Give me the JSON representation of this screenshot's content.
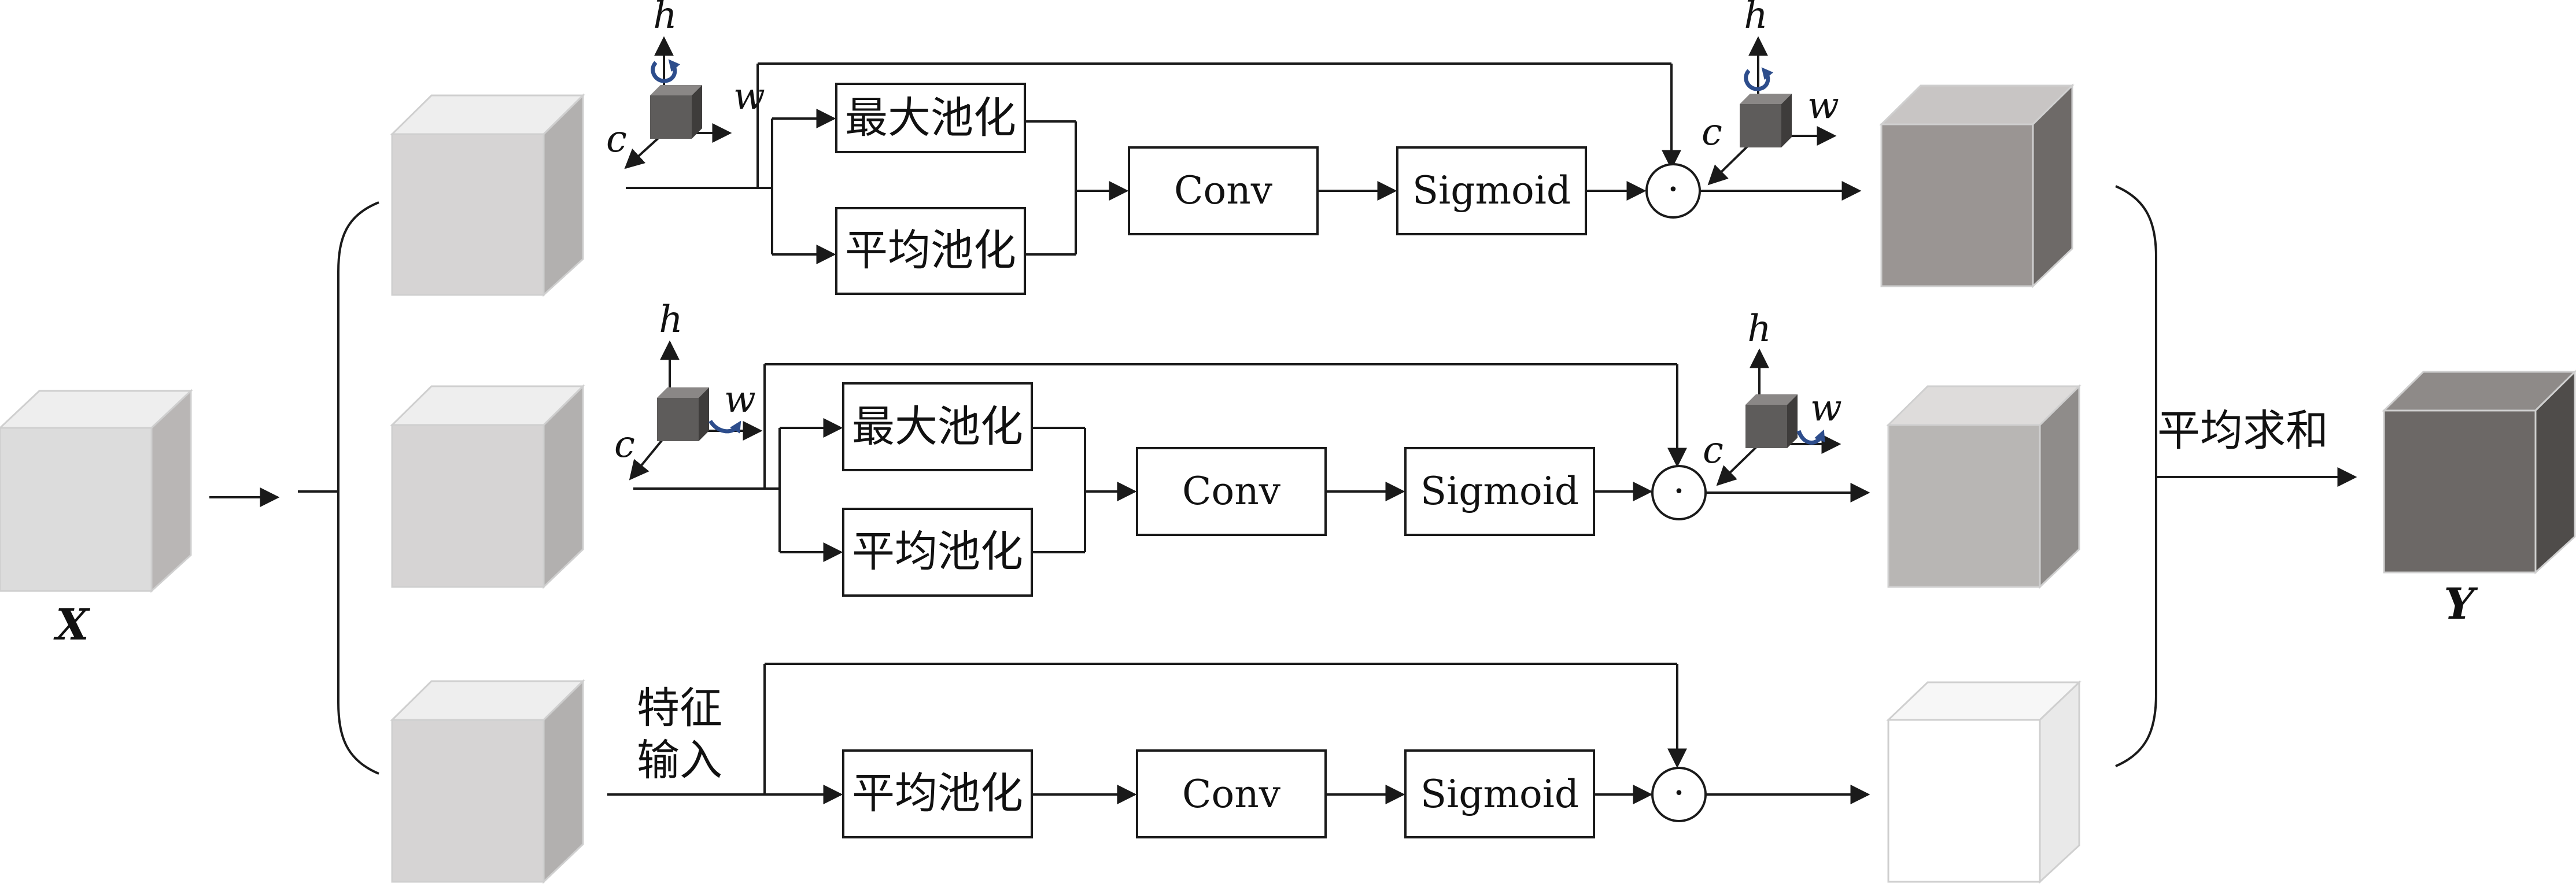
{
  "input_label": "X",
  "output_label": "Y",
  "branches": [
    {
      "pool_top": "最大池化",
      "pool_bottom": "平均池化",
      "conv": "Conv",
      "activation": "Sigmoid",
      "multiply": "·",
      "axes_in": {
        "h": "h",
        "w": "w",
        "c": "c"
      },
      "axes_out": {
        "h": "h",
        "w": "w",
        "c": "c"
      }
    },
    {
      "pool_top": "最大池化",
      "pool_bottom": "平均池化",
      "conv": "Conv",
      "activation": "Sigmoid",
      "multiply": "·",
      "axes_in": {
        "h": "h",
        "w": "w",
        "c": "c"
      },
      "axes_out": {
        "h": "h",
        "w": "w",
        "c": "c"
      }
    },
    {
      "input_text_line1": "特征",
      "input_text_line2": "输入",
      "pool": "平均池化",
      "conv": "Conv",
      "activation": "Sigmoid",
      "multiply": "·"
    }
  ],
  "merge_label": "平均求和",
  "colors": {
    "cube_input": "#dcdcdc",
    "cube_branch": "#d6d4d4",
    "cube_out1": "#9a9593",
    "cube_out2": "#b8b6b4",
    "cube_out3": "#ffffff",
    "cube_final": "#6c6866",
    "small_cube": "#5e5c5b",
    "rotation_arrow": "#2d4d8c"
  }
}
